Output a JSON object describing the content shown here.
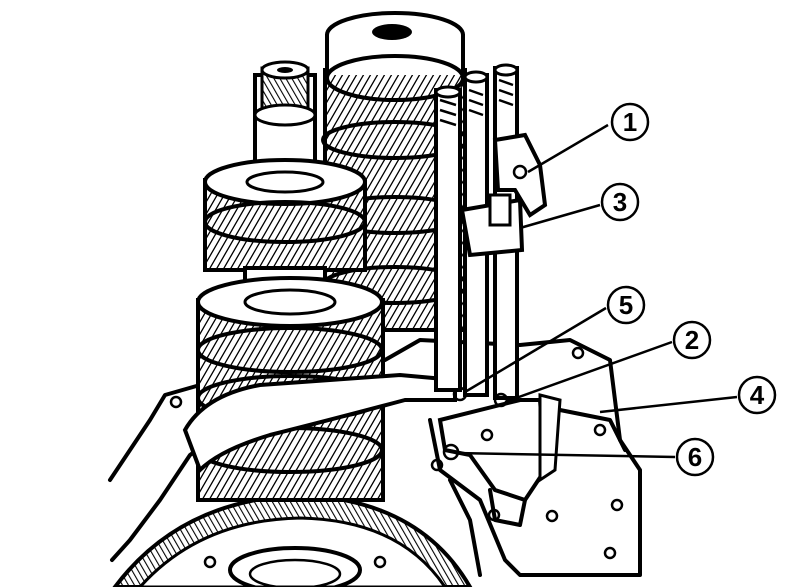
{
  "callouts": [
    {
      "id": "callout-1",
      "label": "1"
    },
    {
      "id": "callout-3",
      "label": "3"
    },
    {
      "id": "callout-5",
      "label": "5"
    },
    {
      "id": "callout-2",
      "label": "2"
    },
    {
      "id": "callout-4",
      "label": "4"
    },
    {
      "id": "callout-6",
      "label": "6"
    }
  ],
  "colors": {
    "ink": "#000000",
    "paper": "#ffffff"
  }
}
